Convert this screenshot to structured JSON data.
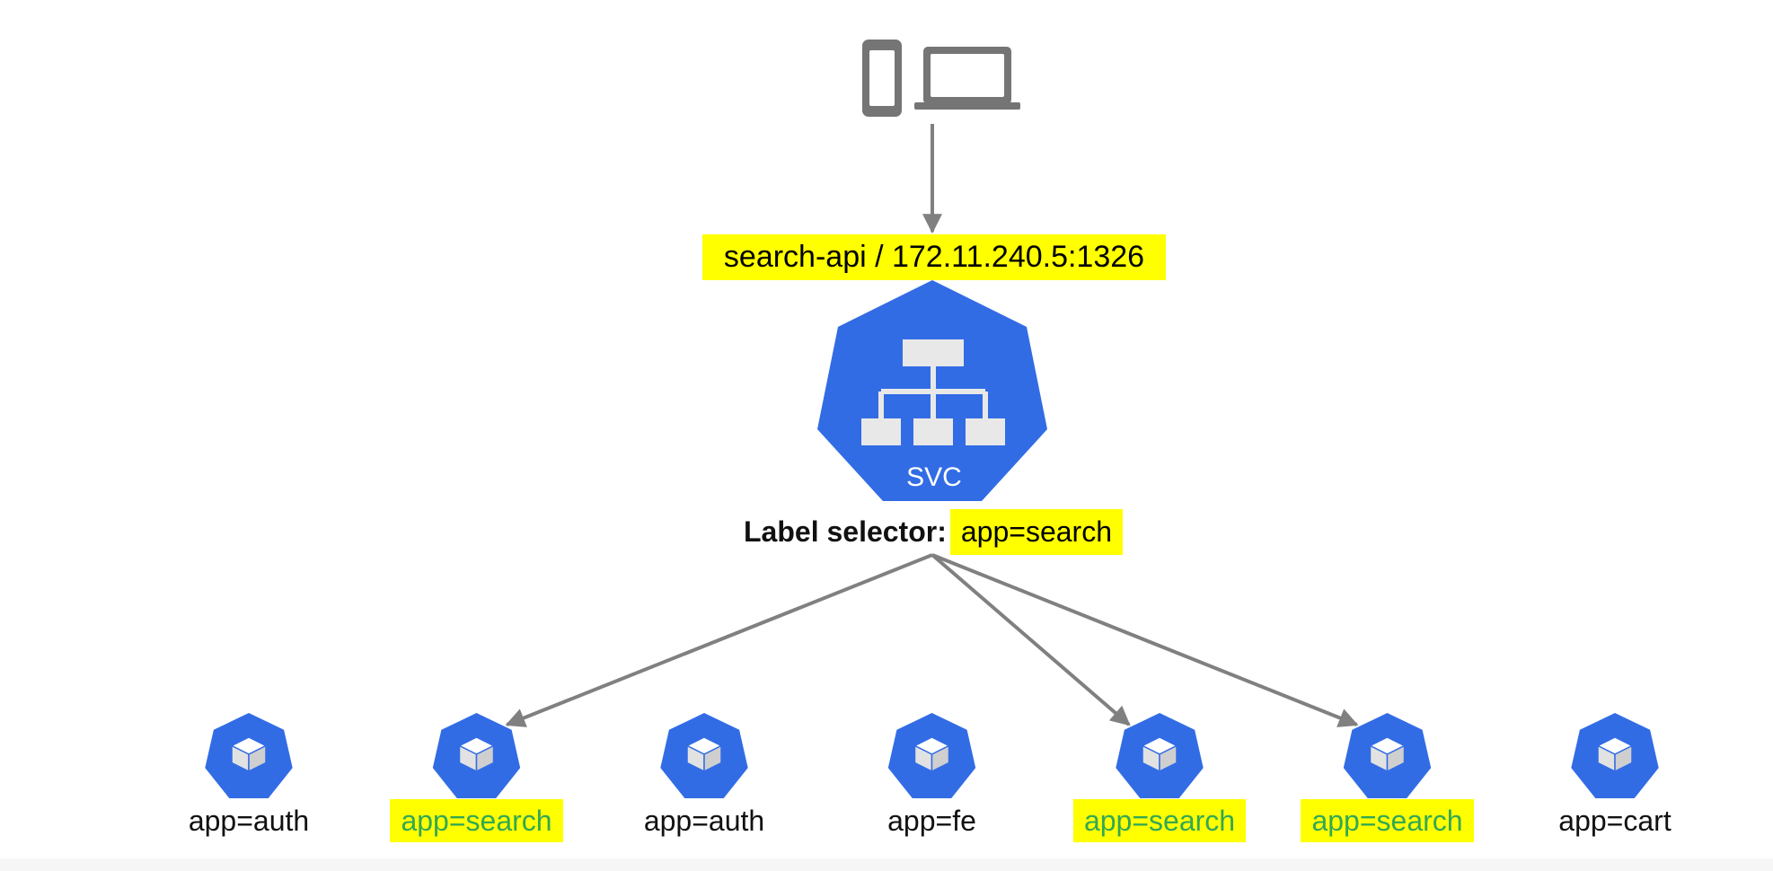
{
  "service": {
    "endpoint": "search-api / 172.11.240.5:1326",
    "icon_text": "SVC",
    "selector_label": "Label selector:",
    "selector_value": "app=search"
  },
  "pods": [
    {
      "label": "app=auth",
      "match": false
    },
    {
      "label": "app=search",
      "match": true
    },
    {
      "label": "app=auth",
      "match": false
    },
    {
      "label": "app=fe",
      "match": false
    },
    {
      "label": "app=search",
      "match": true
    },
    {
      "label": "app=search",
      "match": true
    },
    {
      "label": "app=cart",
      "match": false
    }
  ],
  "colors": {
    "kubernetes_blue": "#326ce5",
    "highlight": "#ffff00",
    "matched_text": "#34a853",
    "arrow": "#808080",
    "device_gray": "#757575"
  },
  "icons": [
    "smartphone-icon",
    "laptop-icon",
    "service-icon",
    "pod-cube-icon"
  ]
}
